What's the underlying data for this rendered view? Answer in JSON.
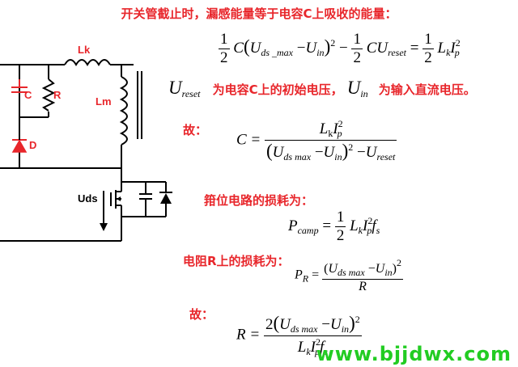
{
  "heading": "开关管截止时，漏感能量等于电容C上吸收的能量：",
  "circuit": {
    "label_lk": "Lk",
    "label_lm": "Lm",
    "label_c": "C",
    "label_r": "R",
    "label_d": "D",
    "label_uds": "Uds"
  },
  "eq1": {
    "one": "1",
    "two": "2",
    "C": "C",
    "U": "U",
    "sub_ds_max": "ds _max",
    "minus": "−",
    "sub_in": "in",
    "sq": "2",
    "sub_reset": "reset",
    "equals": "=",
    "L": "L",
    "sub_k": "k",
    "I": "I",
    "sub_p": "p"
  },
  "line2": {
    "u_reset_sym": "U",
    "u_reset_sub": "reset",
    "text1": "为电容C上的初始电压，",
    "u_in_sym": "U",
    "u_in_sub": "in",
    "text2": "为输入直流电压。"
  },
  "gu1": "故：",
  "eq2": {
    "lhs": "C =",
    "num_L": "L",
    "num_k": "k",
    "num_I": "I",
    "num_p": "p",
    "num_sq": "2",
    "den_U1": "U",
    "den_dsmax": "ds max",
    "den_minus": "−",
    "den_U2": "U",
    "den_in": "in",
    "den_sq": "2",
    "den_minus2": "−",
    "den_U3": "U",
    "den_reset": "reset"
  },
  "clamp_text": "箝位电路的损耗为：",
  "eq3": {
    "P": "P",
    "sub": "camp",
    "eq": "=",
    "one": "1",
    "two": "2",
    "L": "L",
    "k": "k",
    "I": "I",
    "p": "p",
    "sq": "2",
    "f": "f",
    "s": "s"
  },
  "resistor_text": "电阻R上的损耗为：",
  "eq4": {
    "P": "P",
    "sub": "R",
    "eq": "=",
    "num_U1": "U",
    "num_dsmax": "ds max",
    "num_minus": "−",
    "num_U2": "U",
    "num_in": "in",
    "num_sq": "2",
    "den": "R"
  },
  "gu2": "故：",
  "eq5": {
    "lhs": "R =",
    "two": "2",
    "U1": "U",
    "dsmax": "ds max",
    "minus": "−",
    "U2": "U",
    "in": "in",
    "sq": "2",
    "L": "L",
    "k": "k",
    "I": "I",
    "p": "p",
    "psq": "2",
    "f": "f",
    "s": "s"
  },
  "website": "www.bjjdwx.com",
  "colors": {
    "red": "#e8262b",
    "green": "#22cc22",
    "black": "#000000"
  }
}
